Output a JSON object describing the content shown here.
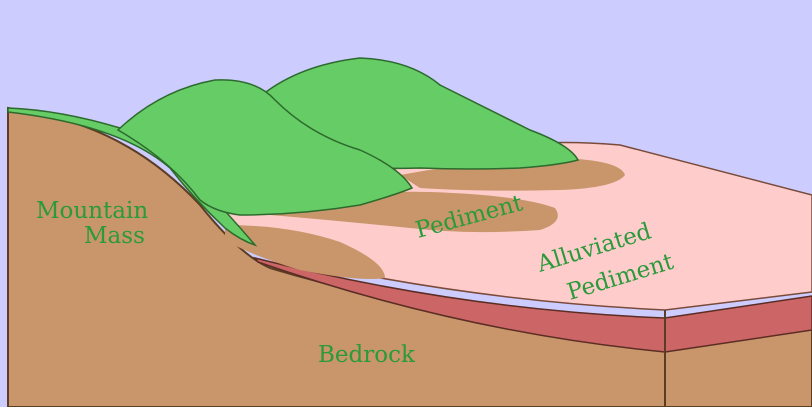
{
  "labels": {
    "mountain_line1": "Mountain",
    "mountain_line2": "Mass",
    "pediment": "Pediment",
    "alluviated_line1": "Alluviated",
    "alluviated_line2": "Pediment",
    "bedrock": "Bedrock"
  },
  "colors": {
    "sky": "#ccccff",
    "mountain_green": "#66cc66",
    "bedrock_brown": "#c8966a",
    "pediment_pink": "#ffcccc",
    "alluvium_red": "#cc6666",
    "label_green": "#2a9a3a"
  }
}
